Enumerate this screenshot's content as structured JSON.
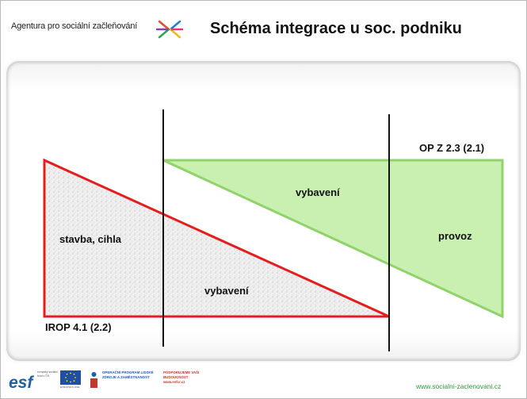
{
  "header": {
    "org_name": "Agentura pro sociální začleňování",
    "title": "Schéma integrace u soc. podniku"
  },
  "diagram": {
    "labels": {
      "op_z": "OP Z 2.3 (2.1)",
      "vybaveni_top": "vybavení",
      "provoz": "provoz",
      "stavba": "stavba, cihla",
      "vybaveni_bottom": "vybavení",
      "irop": "IROP 4.1 (2.2)"
    },
    "colors": {
      "red_outline": "#e41e1e",
      "red_fill": "#ececec",
      "green_outline": "#8fd36a",
      "green_fill": "#c9f0b0",
      "divider": "#111111"
    }
  },
  "footer": {
    "esf_logo": "esf",
    "esf_subtext": "evropský sociální fond v ČR",
    "eu_subtext": "EVROPSKÁ UNIE",
    "op_text": "OPERAČNÍ PROGRAM LIDSKÉ ZDROJE A ZAMĚSTNANOST",
    "support_text": "PODPORUJEME VAŠI BUDOUCNOST www.esfcr.cz",
    "url": "www.socialni-zaclenovani.cz"
  }
}
